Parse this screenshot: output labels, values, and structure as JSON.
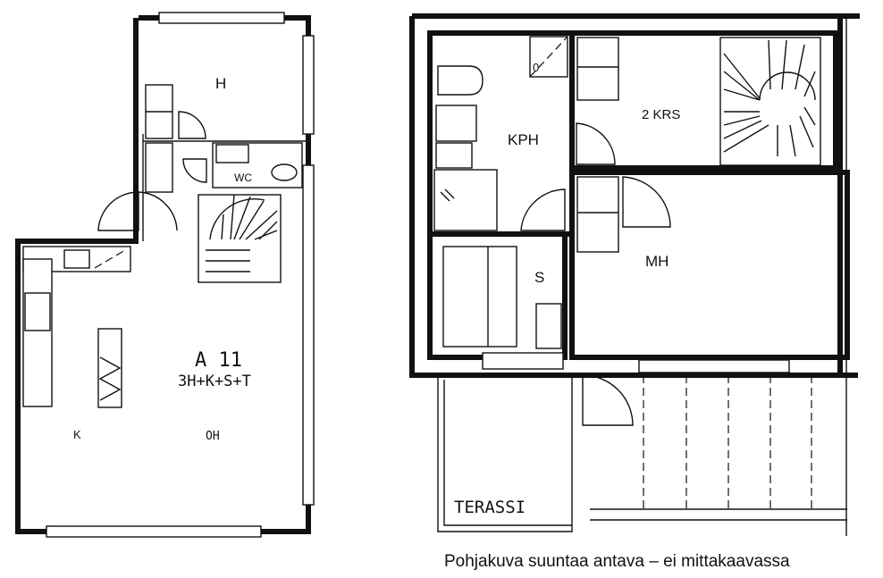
{
  "plan_left": {
    "rooms": {
      "h": "H",
      "wc": "WC",
      "apartment": "A 11",
      "layout": "3H+K+S+T",
      "k": "K",
      "oh": "OH"
    }
  },
  "plan_right": {
    "rooms": {
      "kph": "KPH",
      "krs": "2 KRS",
      "s": "S",
      "mh": "MH",
      "terassi": "TERASSI",
      "hatch": "0"
    }
  },
  "caption": "Pohjakuva suuntaa antava – ei mittakaavassa"
}
